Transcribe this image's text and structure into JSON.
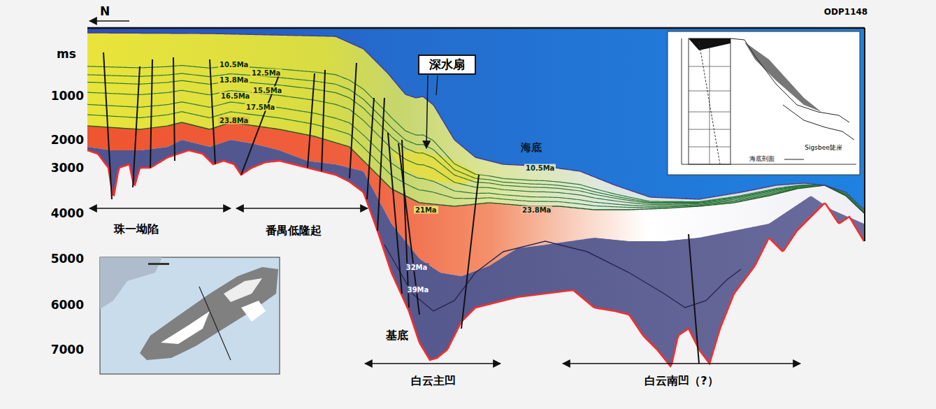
{
  "diagram": {
    "nodes": [
      {
        "text": [
          "深水扇"
        ]
      }
    ],
    "labels": [
      "N",
      "ODP1148",
      "ms",
      "1000",
      "2000",
      "3000",
      "4000",
      "5000",
      "6000",
      "7000",
      "10.5Ma",
      "12.5Ma",
      "13.8Ma",
      "15.5Ma",
      "16.5Ma",
      "17.5Ma",
      "23.8Ma",
      "海底",
      "10.5Ma",
      "21Ma",
      "23.8Ma",
      "32Ma",
      "39Ma",
      "基底",
      "珠一坳陷",
      "番禺低隆起",
      "白云主凹",
      "白云南凹（?）",
      "海底剖面",
      "Sigsbee陡崖"
    ]
  }
}
